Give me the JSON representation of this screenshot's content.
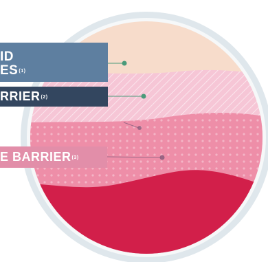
{
  "callouts": [
    {
      "line1": "ID",
      "line2": "ES",
      "marker": "(1)"
    },
    {
      "label": "RRIER",
      "marker": "(2)"
    },
    {
      "label": "E BARRIER",
      "marker": "(3)"
    }
  ],
  "colors": {
    "outer_ring": "#dfe7ec",
    "layer_top": "#f7dccb",
    "layer_light_pink": "#f6c6d6",
    "layer_pink": "#ee8ea8",
    "layer_red": "#d21f4a",
    "callout_1": "#5e7fa0",
    "callout_2": "#33465f",
    "callout_3": "#e28ea9",
    "pointer_dot": "#4a9a7a"
  }
}
